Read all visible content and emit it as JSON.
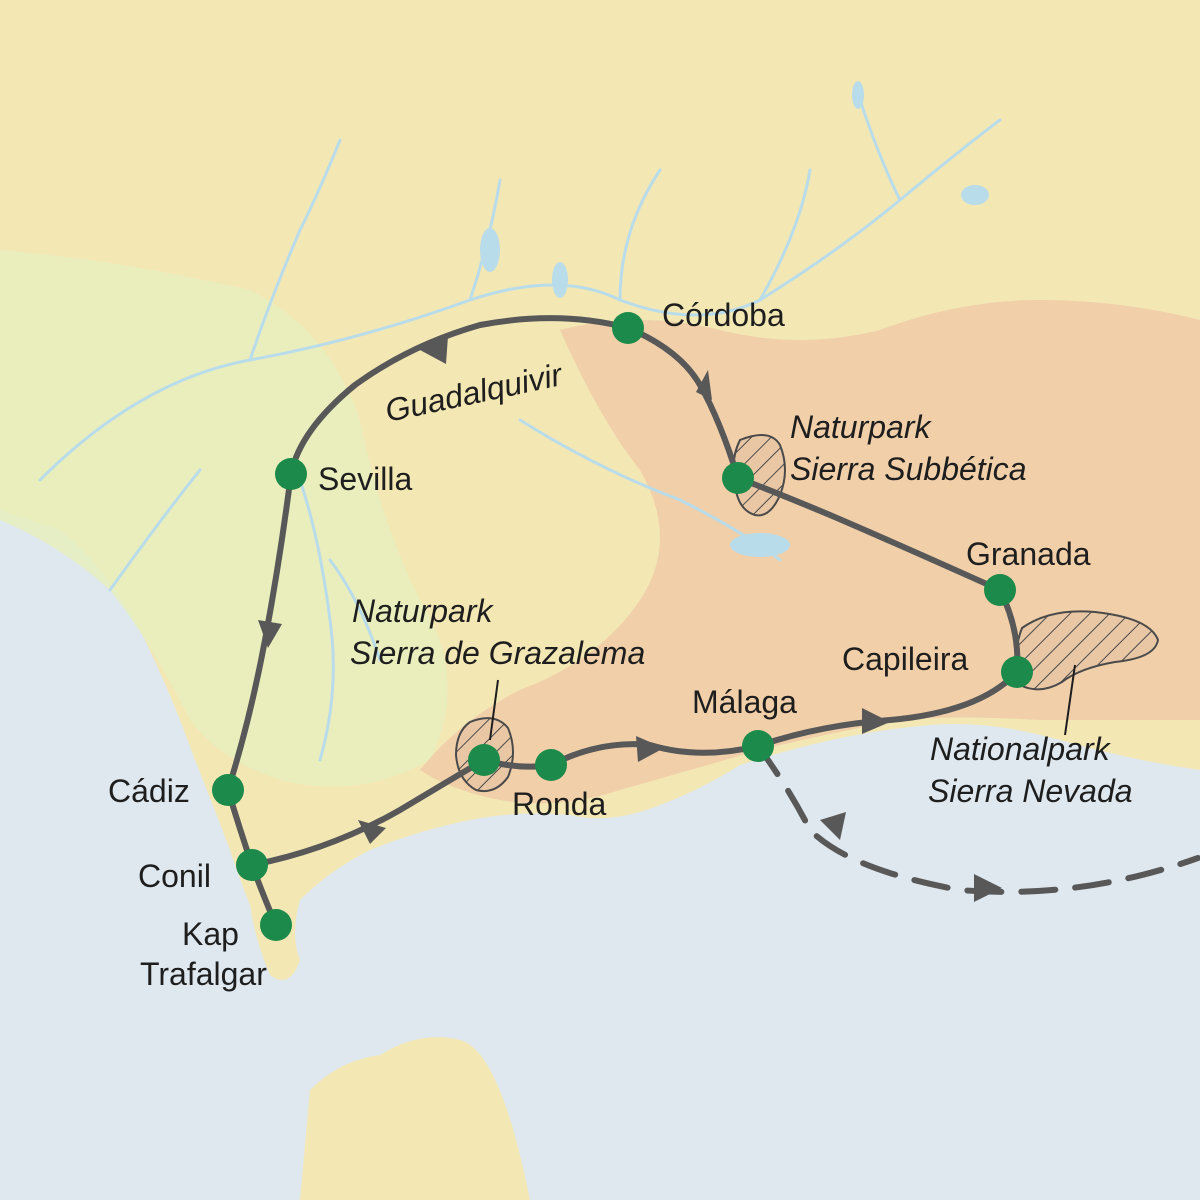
{
  "map": {
    "colors": {
      "sea": "#dfe8ee",
      "land_light": "#f3e7b4",
      "land_green": "#e8eebd",
      "highland": "#efc9a6",
      "river": "#b9dcea",
      "route": "#585858",
      "stop": "#1c8a4a",
      "park_outline": "#4a4a4a"
    },
    "river_label": "Guadalquivir",
    "stops": [
      {
        "name": "Córdoba",
        "icon": "stop-dot"
      },
      {
        "name": "Sevilla",
        "icon": "stop-dot"
      },
      {
        "name": "Cádiz",
        "icon": "stop-dot"
      },
      {
        "name": "Conil",
        "icon": "stop-dot"
      },
      {
        "name": "Kap",
        "name2": "Trafalgar",
        "icon": "stop-dot"
      },
      {
        "name": "Ronda",
        "icon": "stop-dot"
      },
      {
        "name": "Málaga",
        "icon": "stop-dot"
      },
      {
        "name": "Capileira",
        "icon": "stop-dot"
      },
      {
        "name": "Granada",
        "icon": "stop-dot"
      }
    ],
    "parks": [
      {
        "line1": "Naturpark",
        "line2": "Sierra Subbética"
      },
      {
        "line1": "Naturpark",
        "line2": "Sierra de Grazalema"
      },
      {
        "line1": "Nationalpark",
        "line2": "Sierra Nevada"
      }
    ]
  }
}
